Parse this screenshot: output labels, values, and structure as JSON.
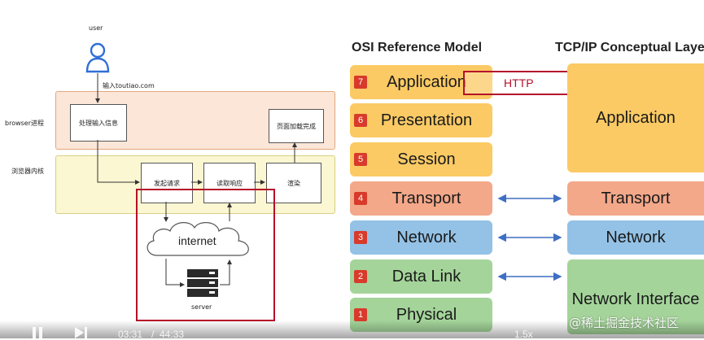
{
  "left": {
    "user_label": "user",
    "url_label": "输入toutiao.com",
    "browser_process_label": "browser进程",
    "render_kernel_label": "浏览器内核",
    "box_handle_input": "处理输入信息",
    "box_page_loaded": "页面加载完成",
    "box_send_request": "发起请求",
    "box_read_response": "读取响应",
    "box_render": "渲染",
    "internet_label": "internet",
    "server_label": "server"
  },
  "osi": {
    "title": "OSI Reference Model",
    "layers": [
      {
        "num": "7",
        "label": "Application"
      },
      {
        "num": "6",
        "label": "Presentation"
      },
      {
        "num": "5",
        "label": "Session"
      },
      {
        "num": "4",
        "label": "Transport"
      },
      {
        "num": "3",
        "label": "Network"
      },
      {
        "num": "2",
        "label": "Data Link"
      },
      {
        "num": "1",
        "label": "Physical"
      }
    ],
    "http_label": "HTTP"
  },
  "tcpip": {
    "title": "TCP/IP Conceptual Laye",
    "layers": [
      "Application",
      "Transport",
      "Network",
      "Network Interface"
    ]
  },
  "video": {
    "time_current": "03:31",
    "time_total": "44:33",
    "speed": "1.5x",
    "watermark": "@稀土掘金技术社区"
  },
  "colors": {
    "osi_orange": "#fbca64",
    "osi_salmon": "#f3a889",
    "osi_blue": "#94c2e6",
    "osi_green": "#a4d49a",
    "highlight_red": "#b5102a",
    "layer_number_red": "#d83a2b"
  }
}
